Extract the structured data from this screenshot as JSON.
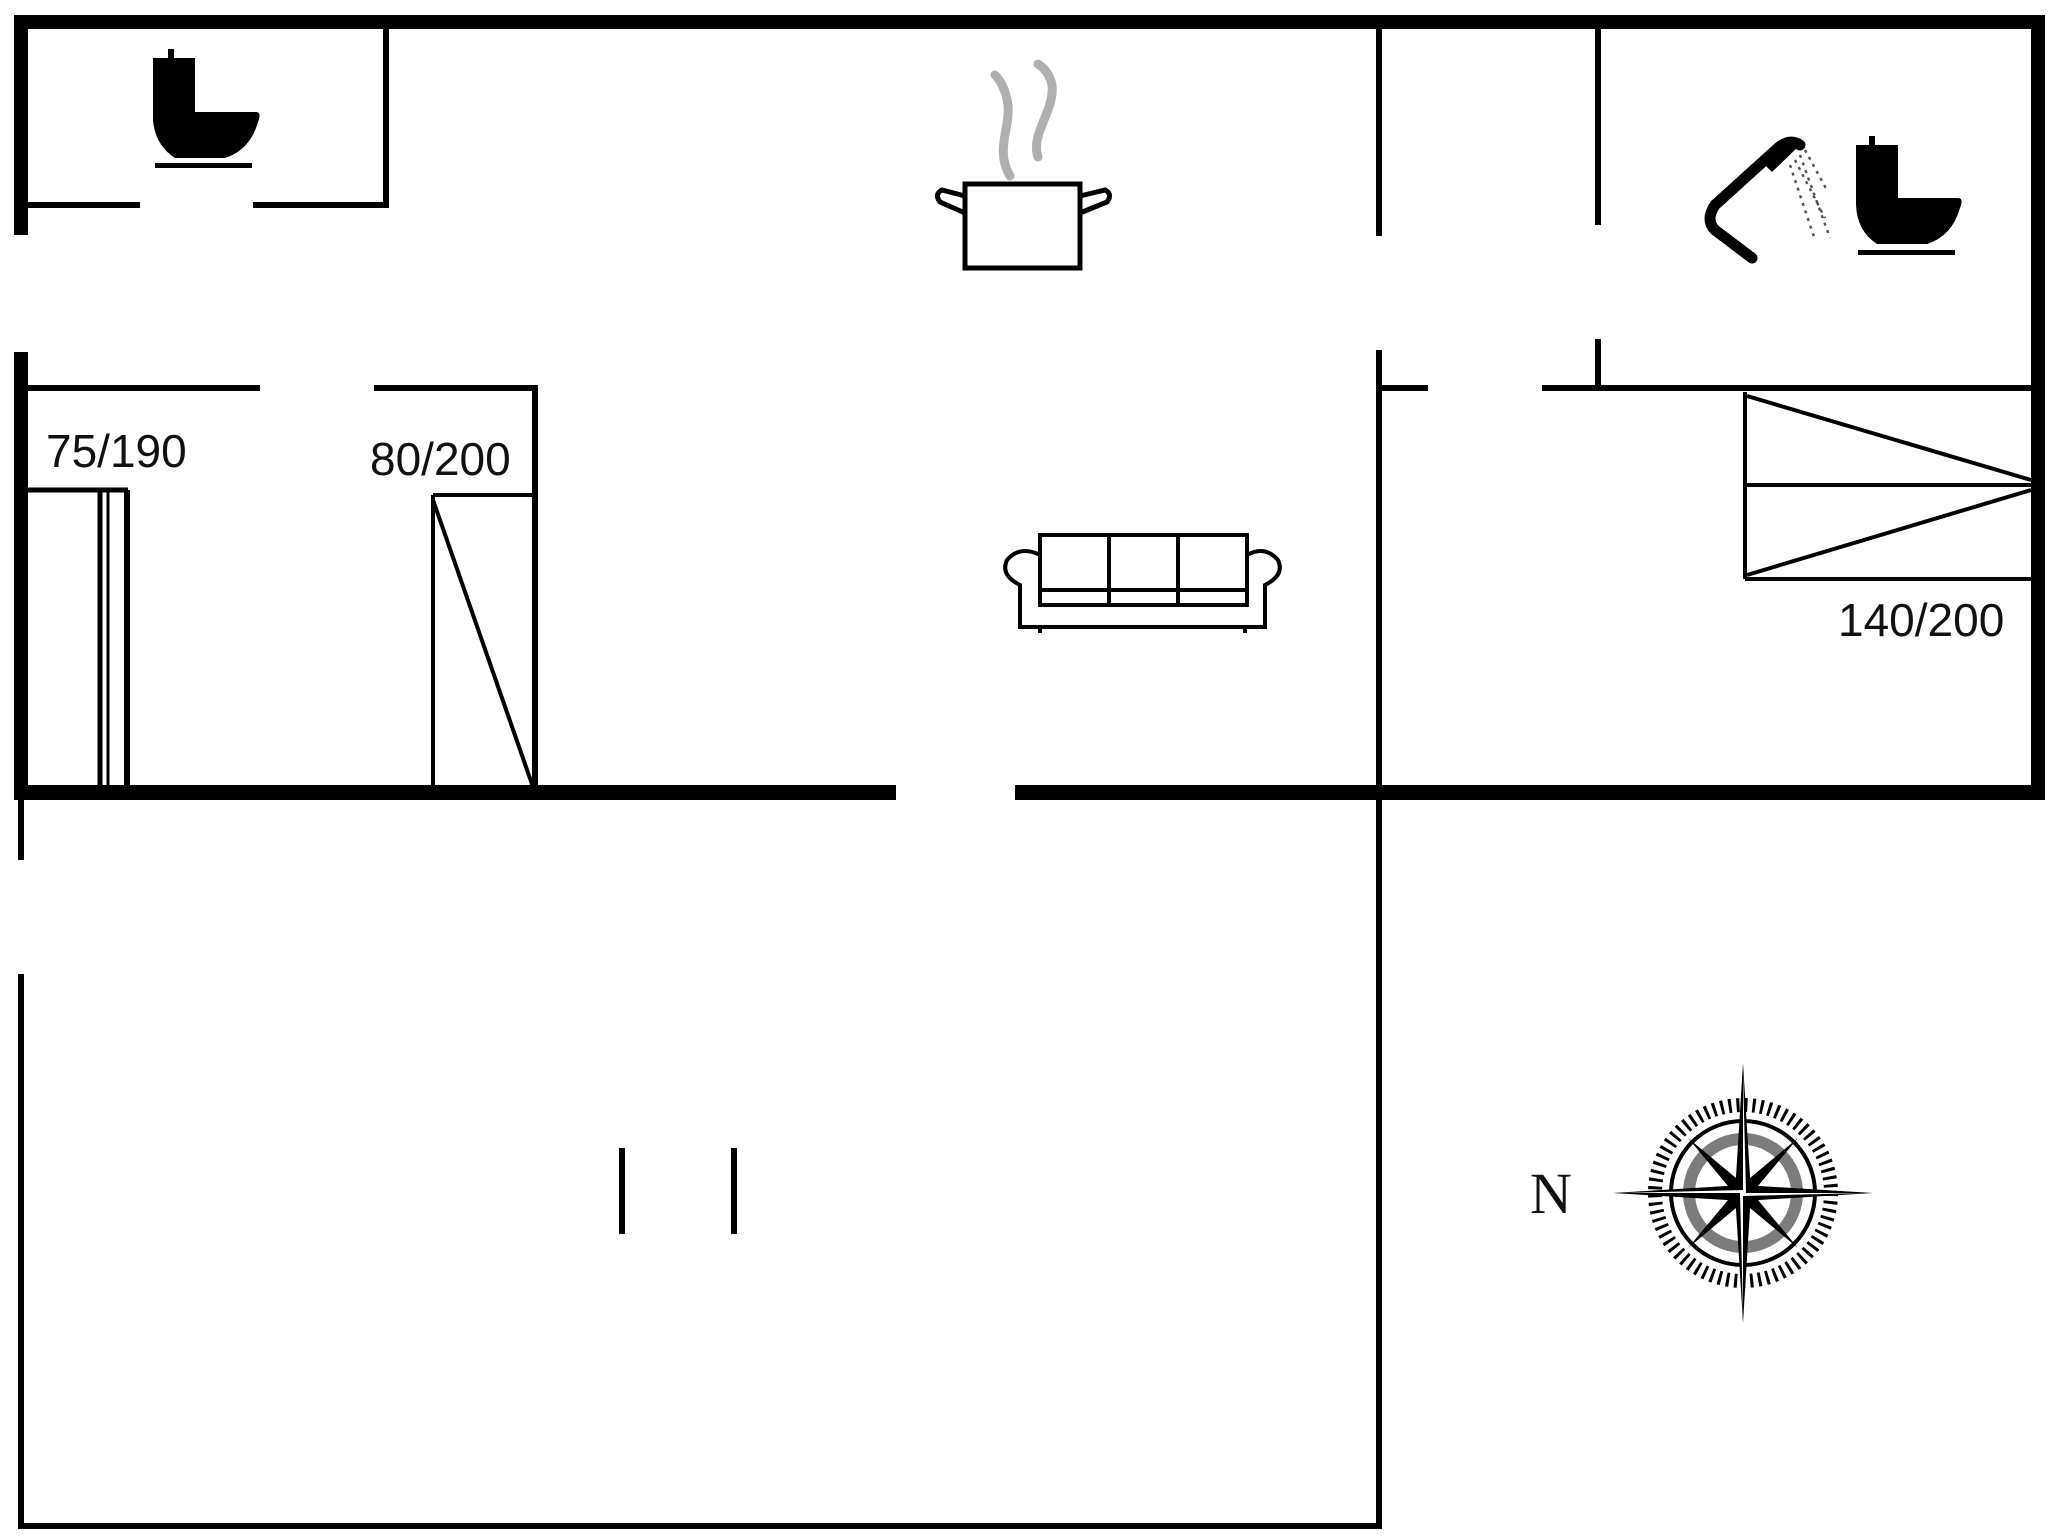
{
  "floorplan": {
    "colors": {
      "wall": "#000000",
      "background": "#ffffff",
      "steam": "#b0b0b0",
      "text": "#111111"
    },
    "beds": [
      {
        "label": "75/190",
        "type": "bunk-bed"
      },
      {
        "label": "80/200",
        "type": "single-bed"
      },
      {
        "label": "140/200",
        "type": "double-bed"
      }
    ],
    "compass": {
      "north_label": "N"
    },
    "fixtures": [
      "toilet",
      "kitchen-pot",
      "sofa",
      "shower",
      "toilet"
    ]
  }
}
